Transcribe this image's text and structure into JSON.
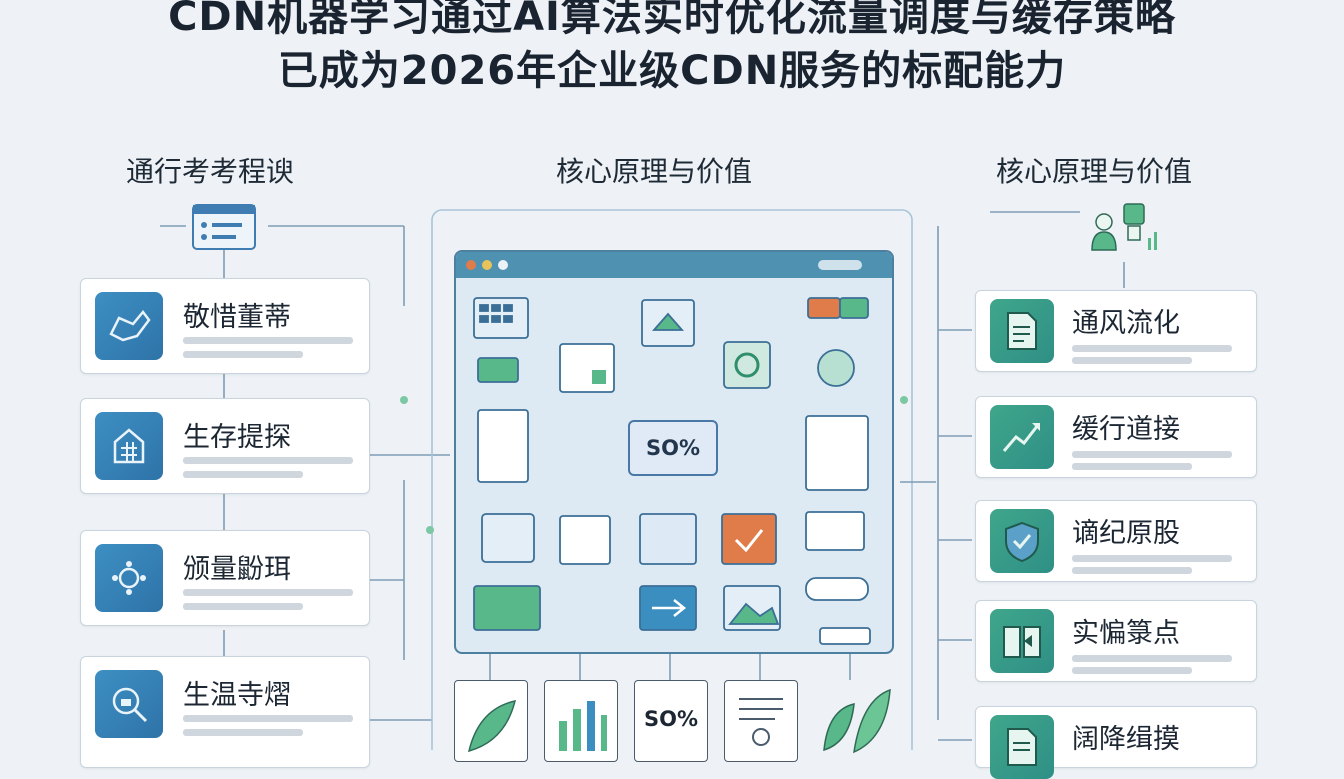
{
  "title": {
    "line1": "CDN机器学习通过AI算法实时优化流量调度与缓存策略",
    "line2": "已成为2026年企业级CDN服务的标配能力"
  },
  "columns": {
    "left_heading": "通行考考程谀",
    "center_heading": "核心原理与价值",
    "right_heading": "核心原理与价值"
  },
  "left_cards": [
    {
      "label": "敬惜董蒂",
      "icon": "map-route-icon"
    },
    {
      "label": "生存提探",
      "icon": "network-grid-icon"
    },
    {
      "label": "颁量鼢珥",
      "icon": "node-cluster-icon"
    },
    {
      "label": "生温寺熠",
      "icon": "magnify-analytics-icon"
    }
  ],
  "right_cards": [
    {
      "label": "通风流化",
      "icon": "document-icon"
    },
    {
      "label": "缓行道接",
      "icon": "trend-up-icon"
    },
    {
      "label": "谪纪原股",
      "icon": "shield-icon"
    },
    {
      "label": "实惼箓点",
      "icon": "book-icon"
    },
    {
      "label": "阔降缉摸",
      "icon": "file-list-icon"
    }
  ],
  "diagram": {
    "center_label": "SO%",
    "bottom_label": "SO%"
  },
  "colors": {
    "left_icon": "#3d8fc3",
    "right_icon": "#3fa68a",
    "window_bar": "#4f91b0",
    "connector": "#6e8ea8",
    "accent_orange": "#e07c4a",
    "accent_green": "#58b88a"
  }
}
